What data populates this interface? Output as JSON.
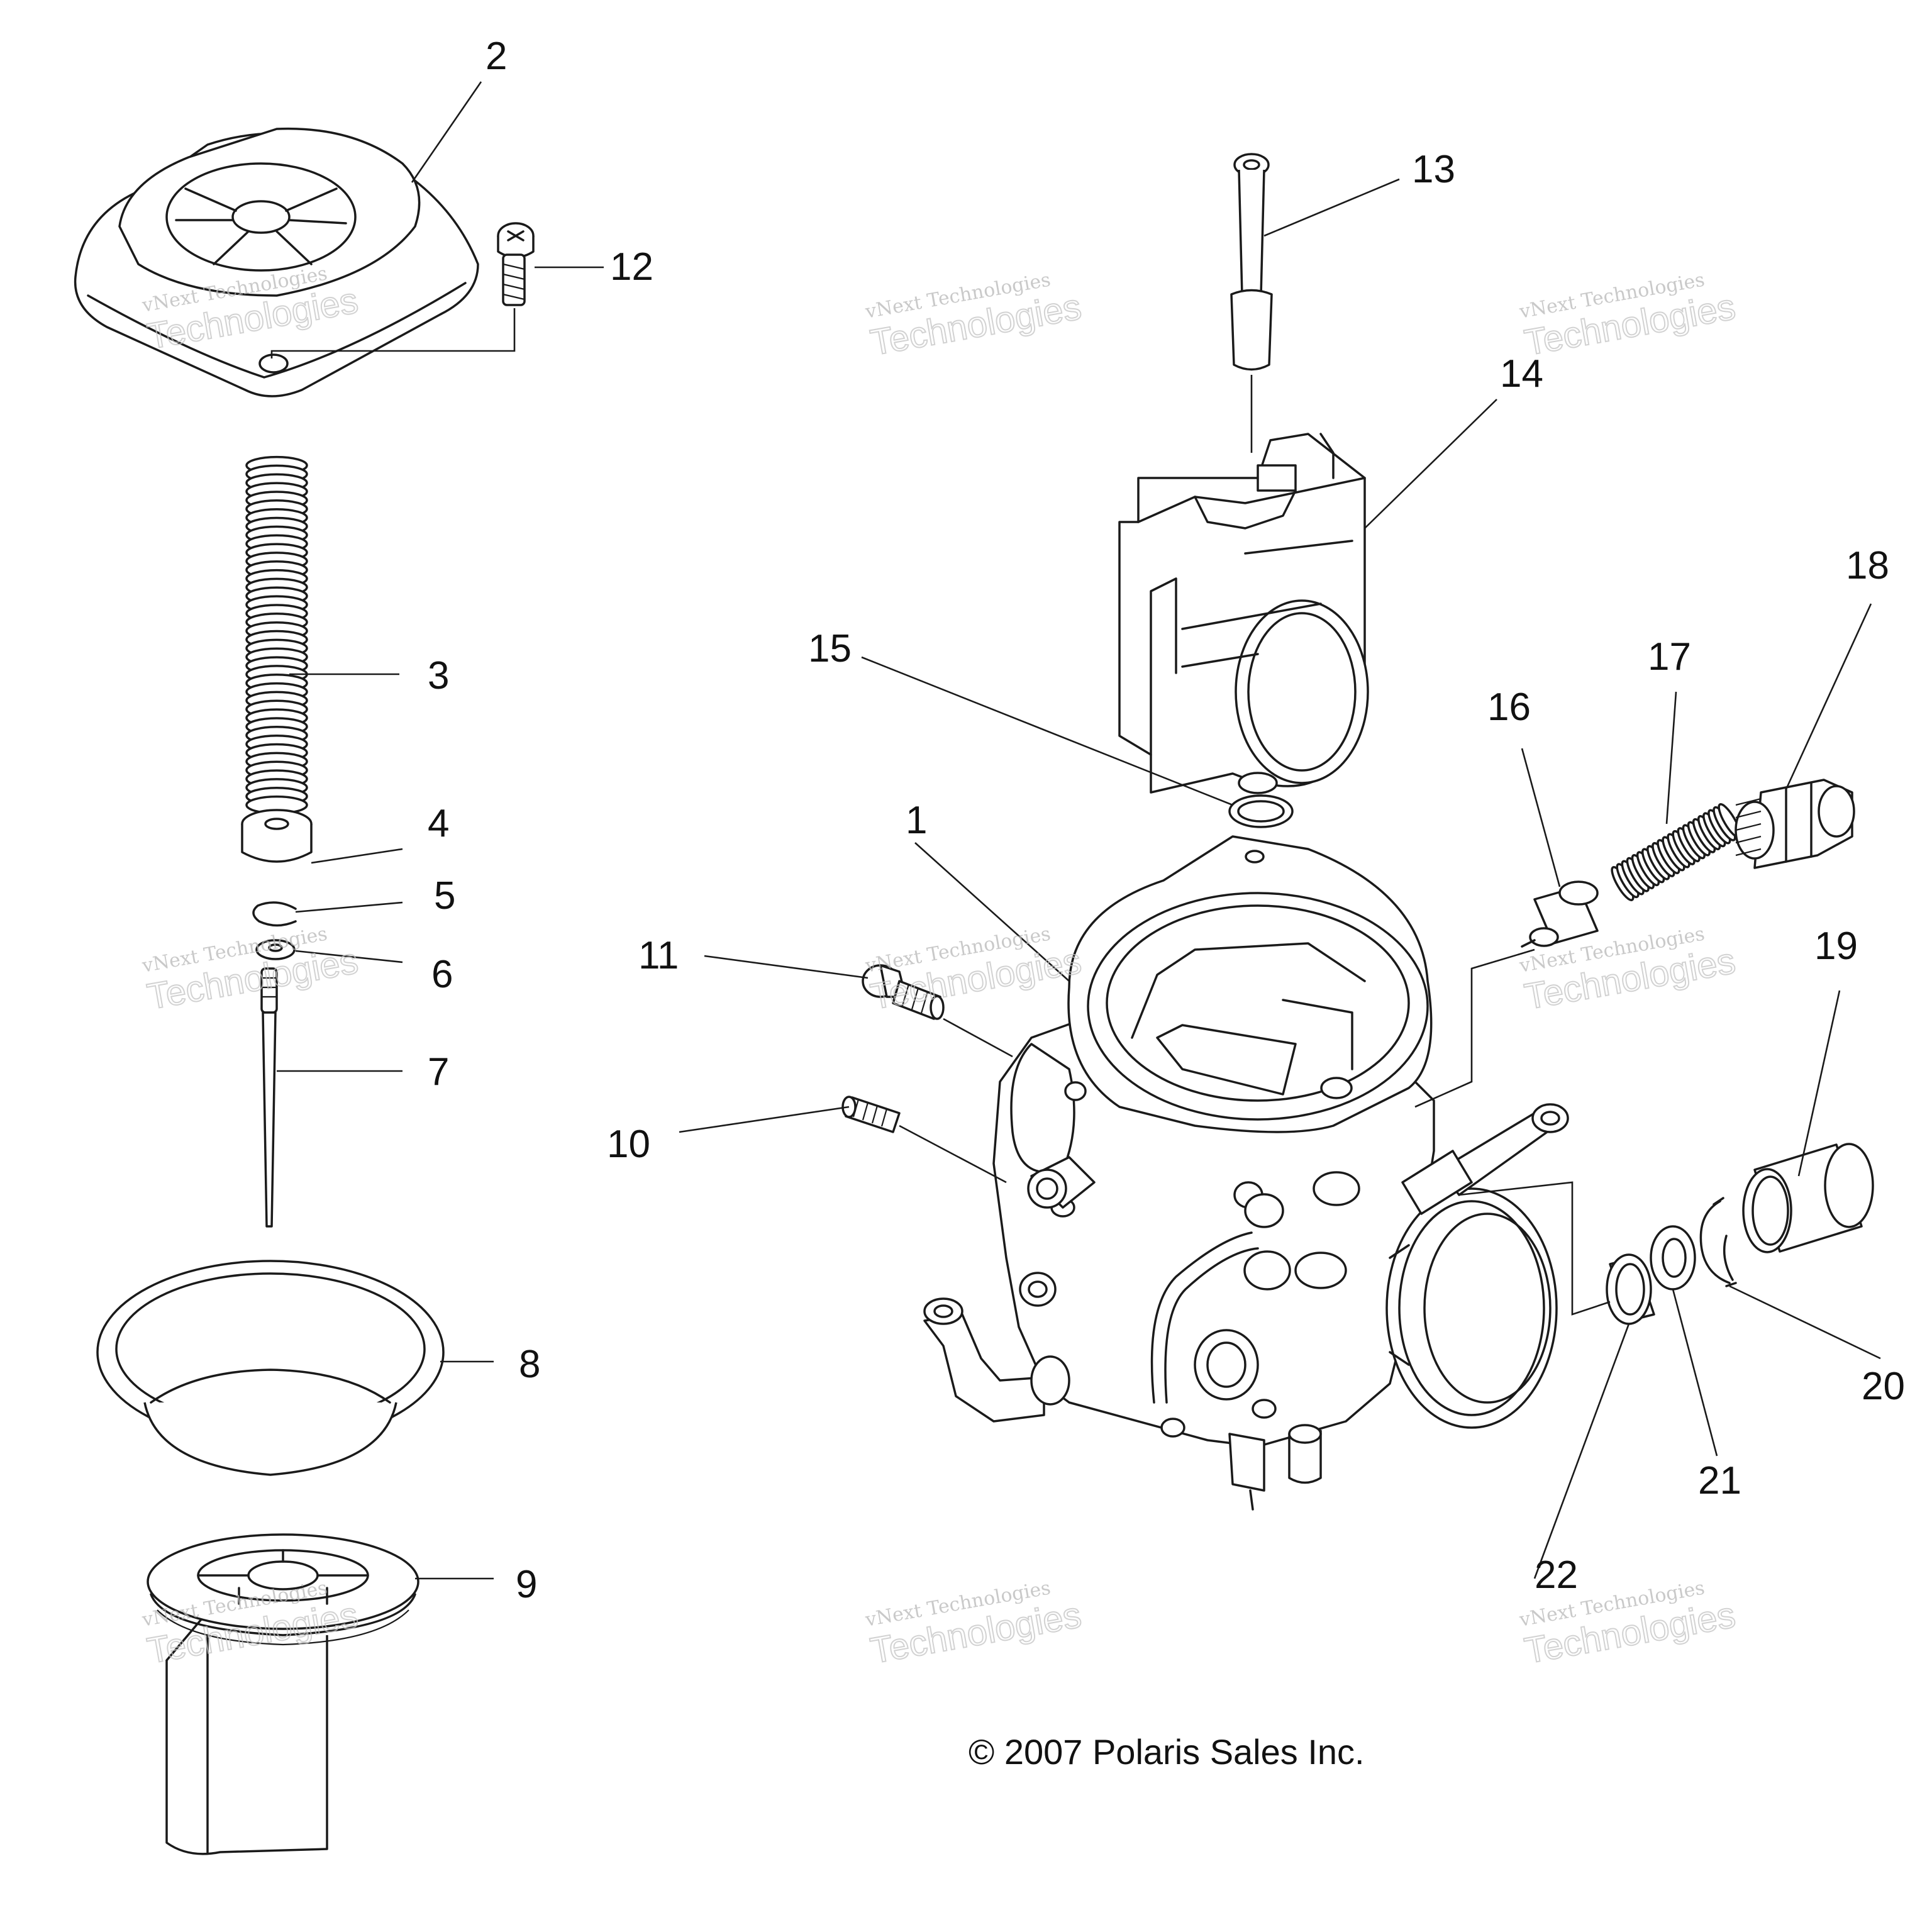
{
  "callouts": [
    "1",
    "2",
    "3",
    "4",
    "5",
    "6",
    "7",
    "8",
    "9",
    "10",
    "11",
    "12",
    "13",
    "14",
    "15",
    "16",
    "17",
    "18",
    "19",
    "20",
    "21",
    "22"
  ],
  "copyright": "© 2007 Polaris Sales Inc.",
  "watermark": {
    "line1": "vNext Technologies",
    "line2": "Technologies"
  },
  "colors": {
    "ink": "#1a1a1a",
    "watermark": "#c4c4c4",
    "background": "#ffffff"
  }
}
